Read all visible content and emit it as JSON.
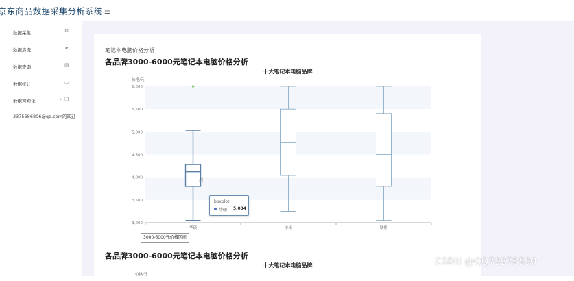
{
  "header": {
    "title": "京东商品数据采集分析系统",
    "menu_icon": "menu-icon"
  },
  "sidebar": {
    "items": [
      {
        "label": "数据采集",
        "icon": "gear-icon"
      },
      {
        "label": "数据清洗",
        "icon": "send-icon"
      },
      {
        "label": "数据查询",
        "icon": "document-icon"
      },
      {
        "label": "数据统计",
        "icon": "chat-icon"
      },
      {
        "label": "数据可视化",
        "icon": "copy-icon"
      }
    ],
    "email": "3375686806@qq.com的欢迎"
  },
  "main": {
    "section_label": "笔记本电脑价格分析",
    "section_title": "各品牌3000-6000元笔记本电脑价格分析",
    "chart_title": "十大笔记本电脑品牌",
    "legend_label": "3000-6000元价格区间",
    "section_title_2": "各品牌3000-6000元笔记本电脑价格分析",
    "chart_title_2": "十大笔记本电脑品牌",
    "y_unit_2": "价格/元"
  },
  "tooltip": {
    "series": "boxplot",
    "category": "华硕",
    "value": "5,034"
  },
  "chart_data": {
    "type": "boxplot",
    "title": "十大笔记本电脑品牌",
    "ylabel": "价格/元",
    "ylim": [
      3000,
      6000
    ],
    "yticks": [
      "3,000",
      "3,500",
      "4,000",
      "4,500",
      "5,000",
      "5,500",
      "6,000"
    ],
    "categories": [
      "华硕",
      "小米",
      "联想"
    ],
    "series": [
      {
        "name": "3000-6000元价格区间",
        "boxes": [
          {
            "min": 3050,
            "q1": 3800,
            "median": 4120,
            "q3": 4280,
            "max": 5034
          },
          {
            "min": 3250,
            "q1": 4040,
            "median": 4770,
            "q3": 5500,
            "max": 6000
          },
          {
            "min": 3050,
            "q1": 3800,
            "median": 4500,
            "q3": 5400,
            "max": 6000
          }
        ]
      }
    ],
    "outliers": [
      {
        "category": "华硕",
        "value": 6000
      }
    ],
    "colors": {
      "box_active": "#5b7fa6",
      "box": "#7fa3bf",
      "outlier": "#91cc75",
      "band": "#f3f7fc"
    }
  },
  "watermark": "CSDN @QQ79278590"
}
